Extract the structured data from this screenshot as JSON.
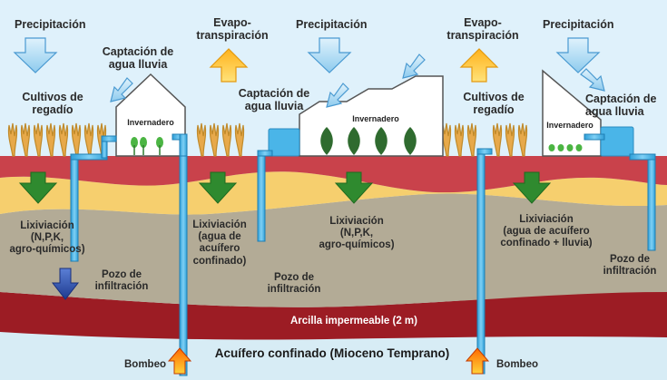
{
  "labels": {
    "precip_1": "Precipitación",
    "precip_2": "Precipitación",
    "precip_3": "Precipitación",
    "evapo_1": "Evapo-\ntranspiración",
    "evapo_2": "Evapo-\ntranspiración",
    "captacion_1": "Captación de\nagua lluvia",
    "captacion_2": "Captación de\nagua lluvia",
    "captacion_3": "Captación de\nagua lluvia",
    "cultivos_1": "Cultivos de\nregadío",
    "cultivos_2": "Cultivos de\nregadío",
    "invernadero_1": "Invernadero",
    "invernadero_2": "Invernadero",
    "invernadero_3": "Invernadero",
    "lix_1": "Lixiviación\n(N,P,K,\nagro-químicos)",
    "lix_2": "Lixiviación\n(agua de\nacuífero\nconfinado)",
    "lix_3": "Lixiviación\n(N,P,K,\nagro-químicos)",
    "lix_4": "Lixiviación\n(agua de acuífero\nconfinado + lluvia)",
    "pozo_1": "Pozo de\ninfiltración",
    "pozo_2": "Pozo de\ninfiltración",
    "pozo_3": "Pozo de\ninfiltración",
    "arcilla": "Arcilla impermeable (2 m)",
    "acuifero": "Acuífero confinado (Mioceno Temprano)",
    "bombeo_1": "Bombeo",
    "bombeo_2": "Bombeo"
  },
  "colors": {
    "sky": "#dff1fb",
    "topsoil": "#c9424b",
    "sand": "#f6cf6e",
    "gravel": "#b3ab96",
    "clay": "#9c1c24",
    "aquifer": "#d7ecf5",
    "pipe": "#4ab5e8",
    "arrow_blue": "#a9d8f2",
    "arrow_orange": "#ffc233",
    "arrow_green": "#2f8a2f"
  }
}
